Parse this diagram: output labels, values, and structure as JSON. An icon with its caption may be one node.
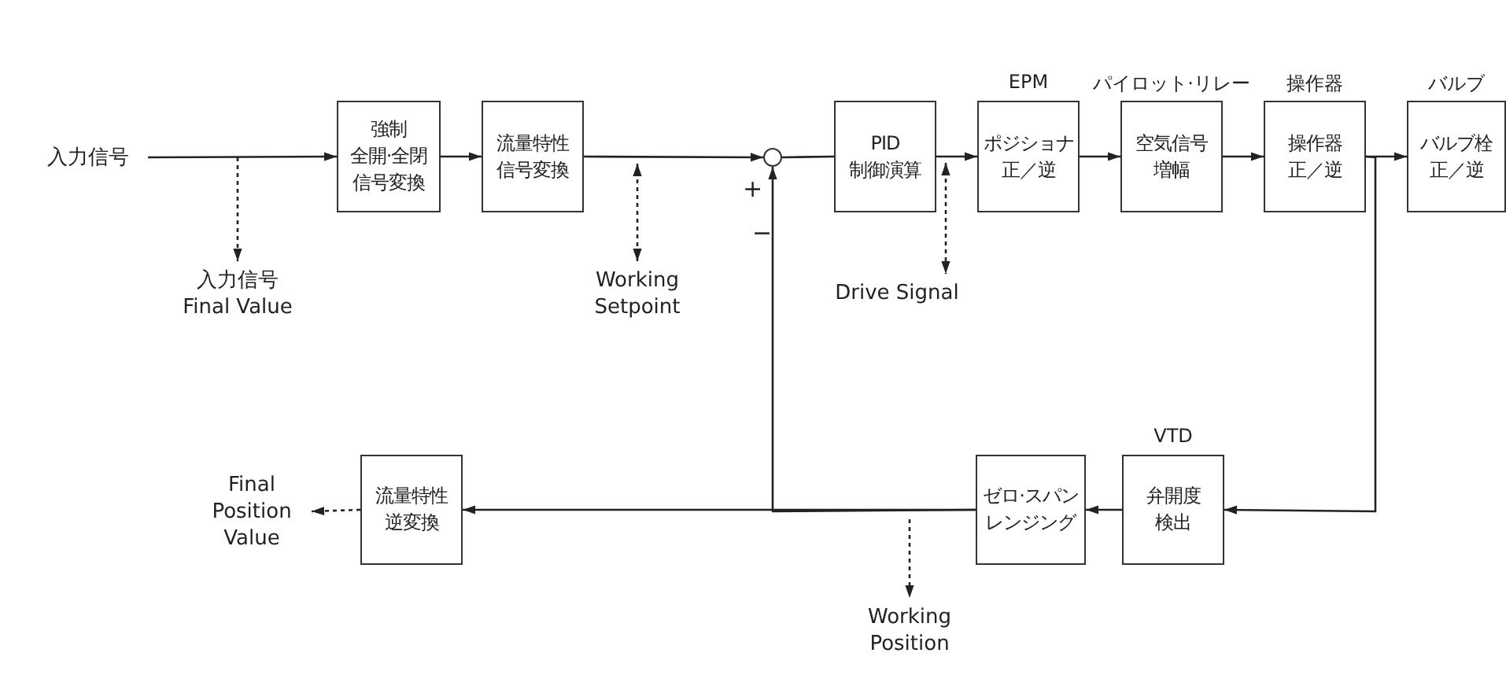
{
  "diagram": {
    "nodes": [
      {
        "text": [
          "入力信号"
        ]
      },
      {
        "text": [
          "強制全開·全閉信号変換"
        ]
      },
      {
        "text": [
          "流量特性信号変換"
        ]
      },
      {
        "text": [],
        "shape": "circle"
      },
      {
        "text": [
          "PID 制御演算"
        ]
      },
      {
        "text": [
          "ポジショナ正／逆"
        ],
        "beside": [
          "EPM"
        ]
      },
      {
        "text": [
          "空気信号増幅"
        ],
        "beside": [
          "パイロット·リレー"
        ]
      },
      {
        "text": [
          "操作器正／逆"
        ],
        "beside": [
          "操作器"
        ]
      },
      {
        "text": [
          "バルブ栓正／逆"
        ],
        "beside": [
          "バルブ"
        ]
      },
      {
        "text": [
          "弁開度検出"
        ],
        "beside": [
          "VTD"
        ]
      },
      {
        "text": [
          "ゼロ·スパンレンジング"
        ]
      },
      {
        "text": [
          "流量特性逆変換"
        ]
      },
      {
        "text": [
          "Final Position Value"
        ]
      },
      {
        "text": [
          "入力信号 Final Value"
        ]
      },
      {
        "text": [
          "Working Setpoint"
        ]
      },
      {
        "text": [
          "Drive Signal"
        ]
      },
      {
        "text": [
          "Working Position"
        ]
      }
    ],
    "edges": [
      {
        "from": 0,
        "to": 1,
        "arrow": "to"
      },
      {
        "from": 1,
        "to": 2,
        "arrow": "to"
      },
      {
        "from": 2,
        "to": 3,
        "arrow": "to"
      },
      {
        "from": 3,
        "to": 4,
        "arrow": "none"
      },
      {
        "from": 4,
        "to": 5,
        "arrow": "to"
      },
      {
        "from": 5,
        "to": 6,
        "arrow": "to"
      },
      {
        "from": 6,
        "to": 7,
        "arrow": "to"
      },
      {
        "from": 7,
        "to": 8,
        "arrow": "to"
      },
      {
        "from": 7,
        "to": 9,
        "arrow": "to"
      },
      {
        "from": 9,
        "to": 10,
        "arrow": "to"
      },
      {
        "from": 10,
        "to": 11,
        "arrow": "to"
      },
      {
        "from": 10,
        "to": 3,
        "arrow": "to"
      },
      {
        "from": 11,
        "to": 12,
        "arrow": "to",
        "style": "dashed"
      },
      {
        "from": null,
        "to": 13,
        "arrow": "to",
        "style": "dashed"
      },
      {
        "from": null,
        "to": 14,
        "arrow": "both",
        "style": "dashed"
      },
      {
        "from": 4,
        "to": 15,
        "arrow": "both",
        "style": "dashed"
      },
      {
        "from": null,
        "to": 16,
        "arrow": "to",
        "style": "dashed"
      }
    ],
    "labels": [
      "+",
      "−"
    ]
  }
}
